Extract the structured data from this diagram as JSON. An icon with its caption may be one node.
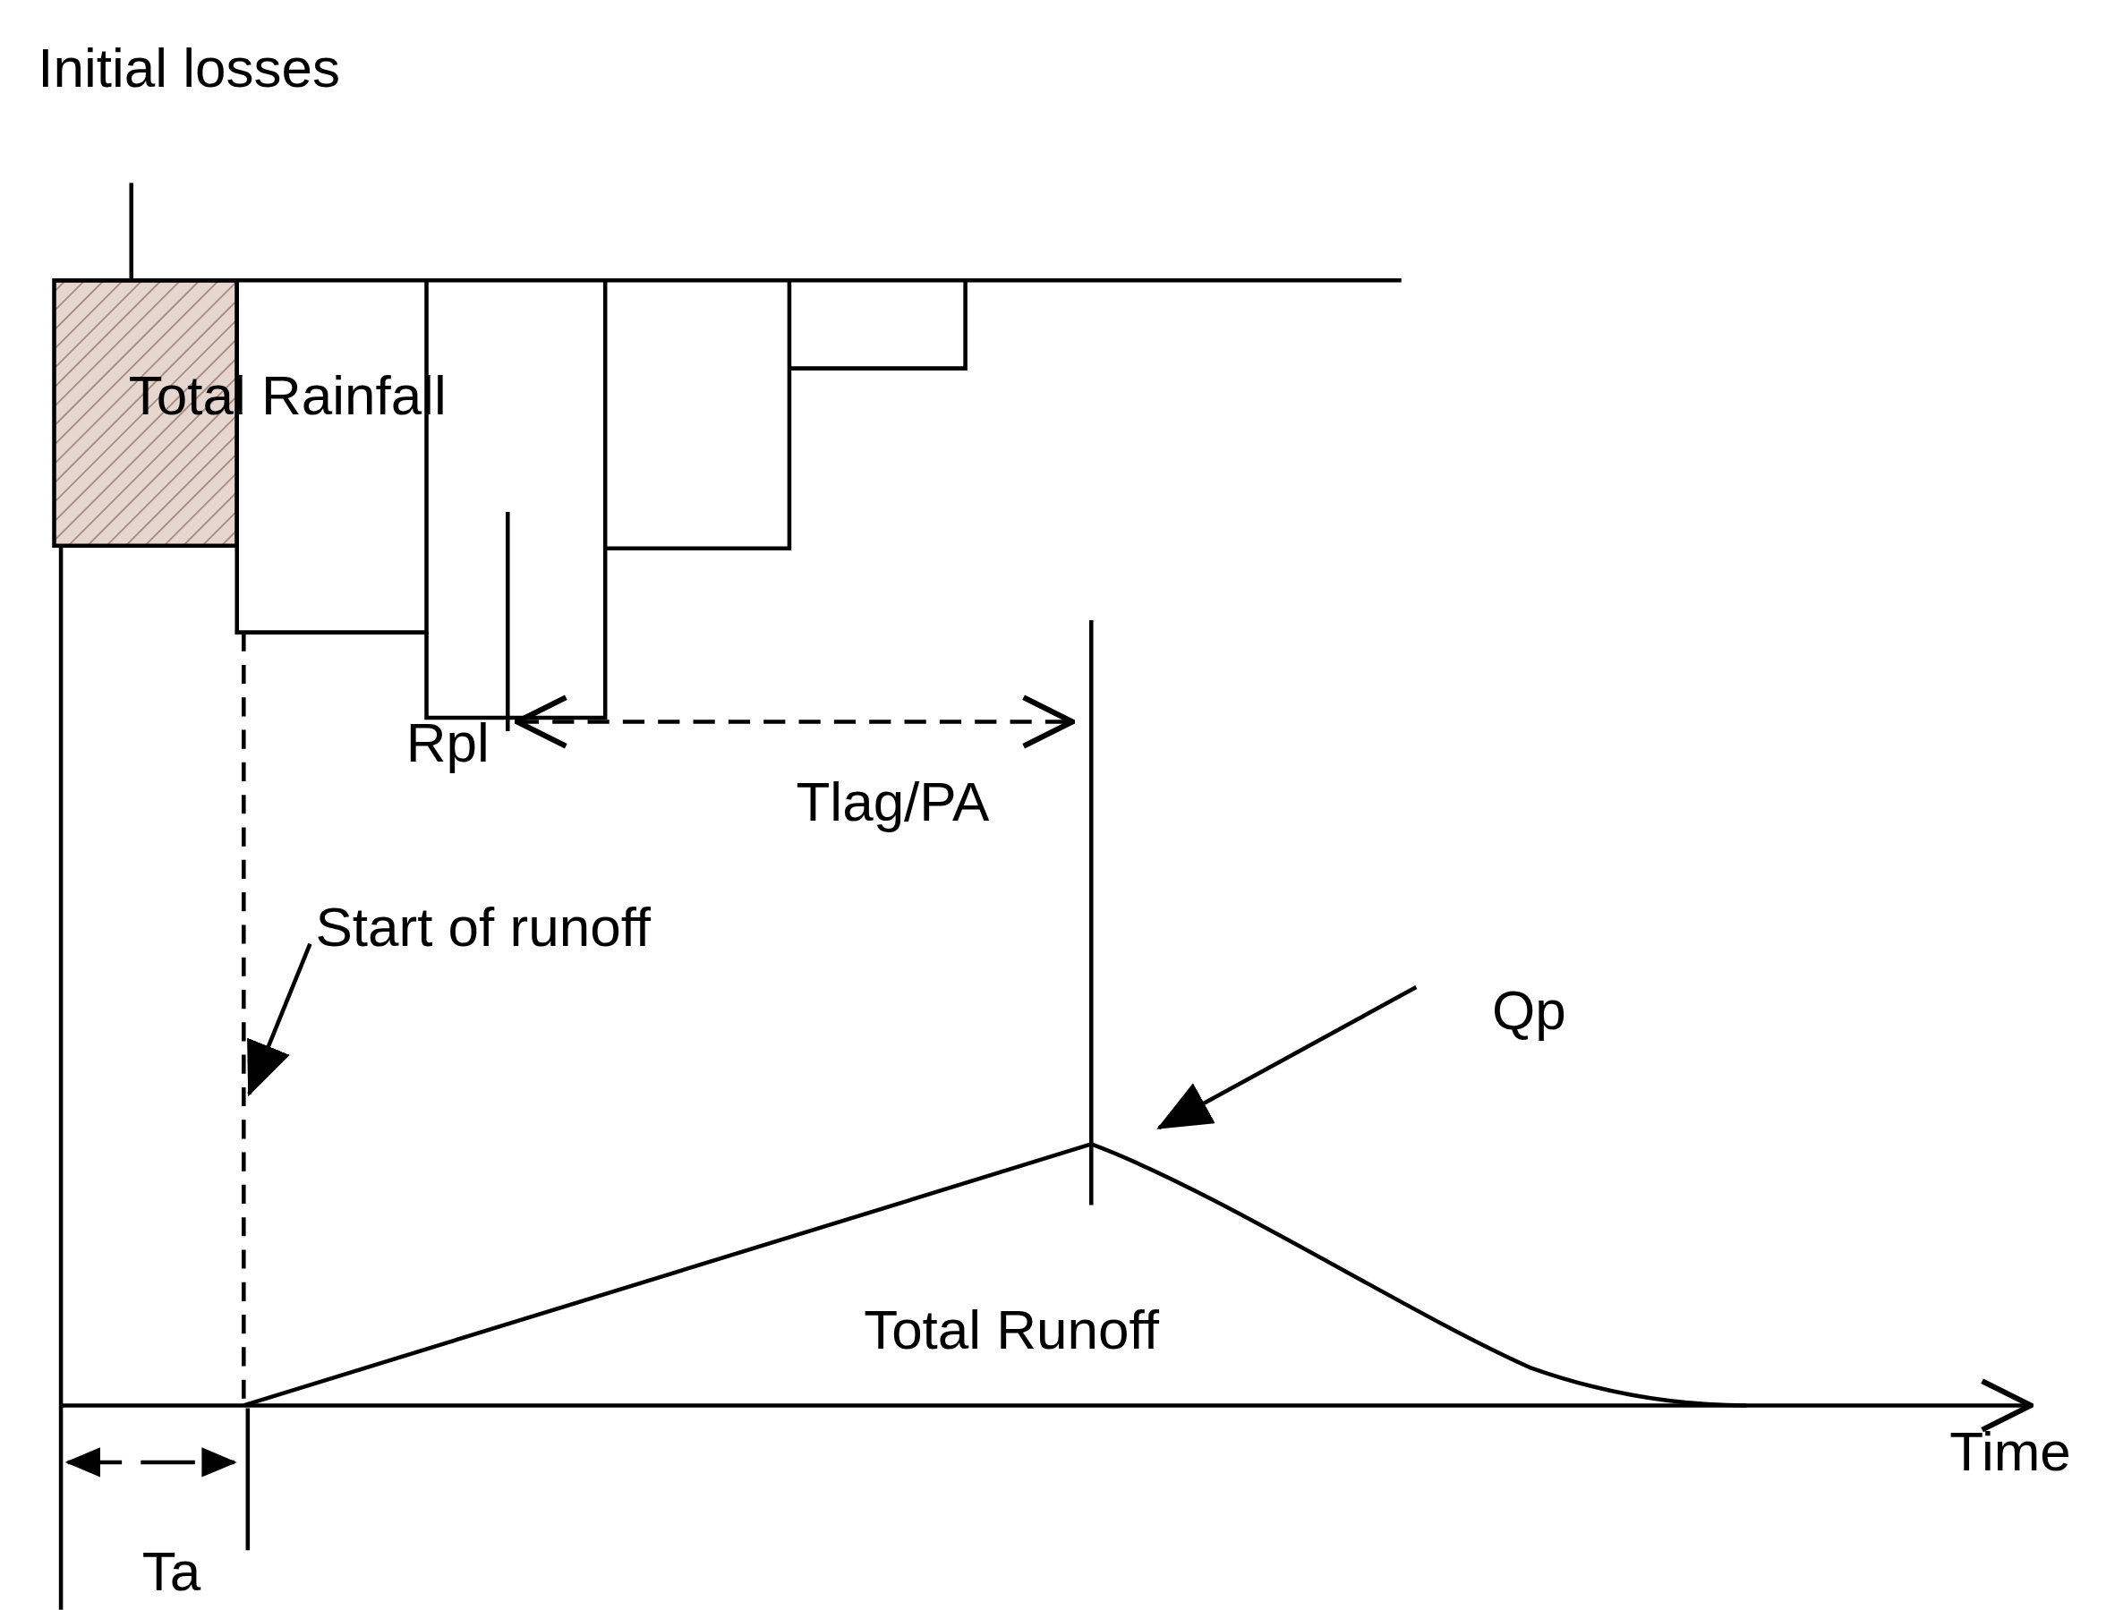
{
  "diagram": {
    "nodes": [
      {
        "text": [
          "Start of runoff"
        ]
      },
      {
        "text": [
          "Qp"
        ]
      },
      {
        "text": [],
        "shape": "line"
      },
      {
        "text": [],
        "shape": "curve"
      }
    ],
    "edges": [
      {
        "from": 0,
        "to": 2,
        "arrow": "to"
      },
      {
        "from": 1,
        "to": 3,
        "arrow": "to"
      }
    ],
    "labels": [
      "Initial losses",
      "Total Rainfall",
      "Rpl",
      "Tlag/PA",
      "Total Runoff",
      "Time",
      "Ta"
    ]
  }
}
